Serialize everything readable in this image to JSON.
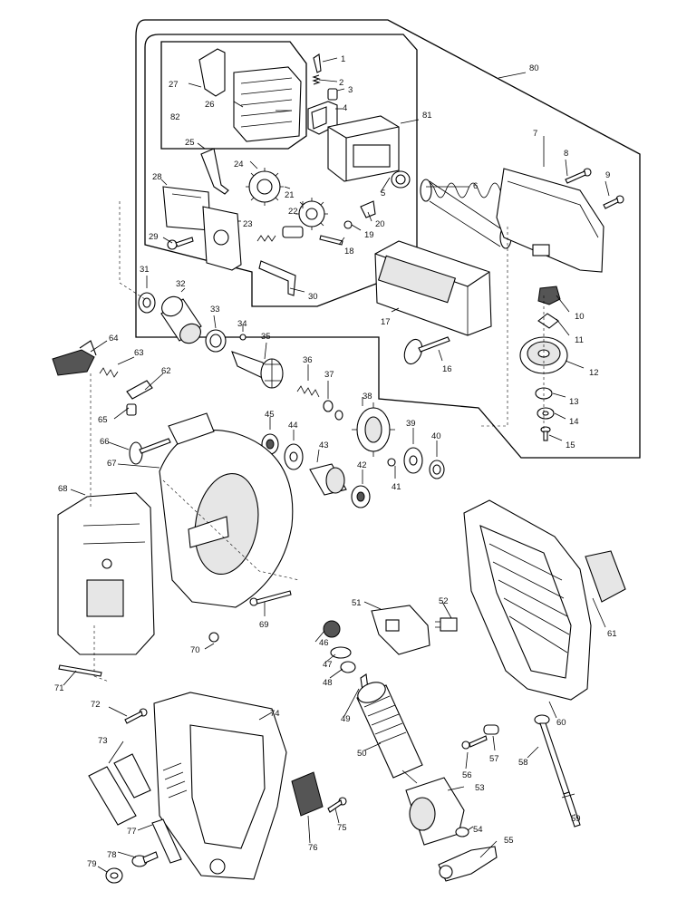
{
  "diagram": {
    "part_numbers": [
      "1",
      "2",
      "3",
      "4",
      "5",
      "6",
      "7",
      "8",
      "9",
      "10",
      "11",
      "12",
      "13",
      "14",
      "15",
      "16",
      "17",
      "18",
      "19",
      "20",
      "21",
      "22",
      "23",
      "24",
      "25",
      "26",
      "27",
      "28",
      "29",
      "30",
      "31",
      "32",
      "33",
      "34",
      "35",
      "36",
      "37",
      "38",
      "39",
      "40",
      "41",
      "42",
      "43",
      "44",
      "45",
      "46",
      "47",
      "48",
      "49",
      "50",
      "51",
      "52",
      "53",
      "54",
      "55",
      "56",
      "57",
      "58",
      "59",
      "60",
      "61",
      "62",
      "63",
      "64",
      "65",
      "66",
      "67",
      "68",
      "69",
      "70",
      "71",
      "72",
      "73",
      "74",
      "75",
      "76",
      "77",
      "78",
      "79",
      "80",
      "81",
      "82"
    ]
  }
}
